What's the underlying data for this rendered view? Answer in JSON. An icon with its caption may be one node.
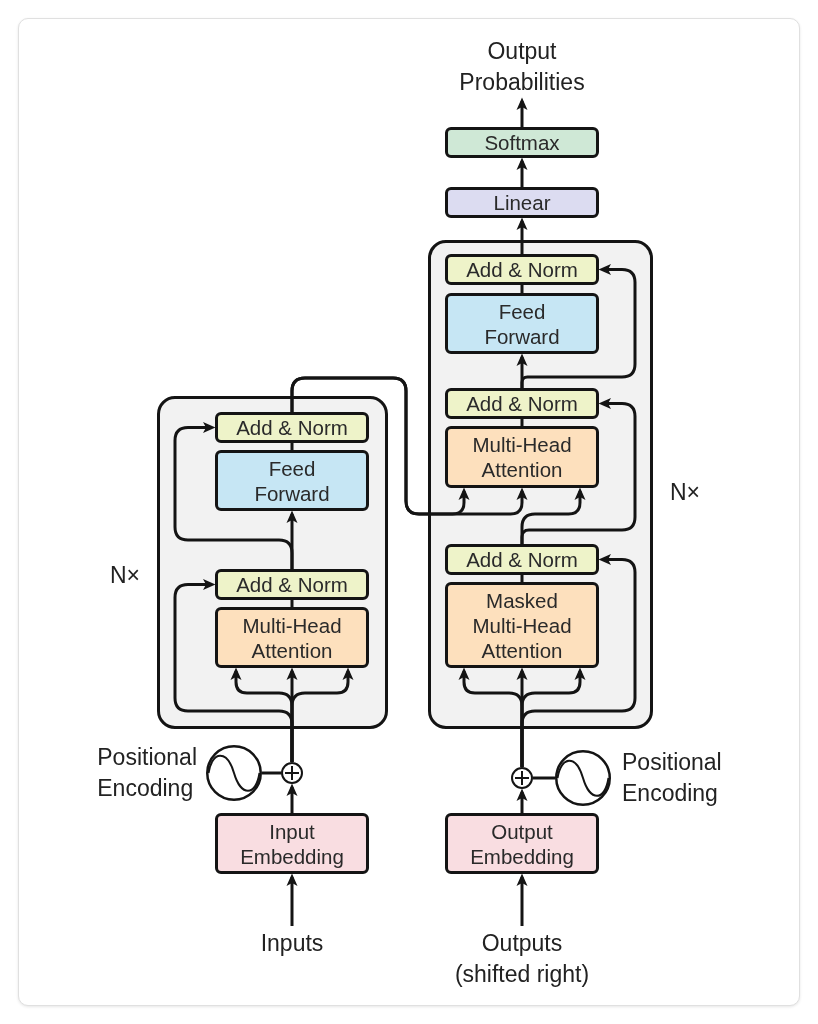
{
  "diagram": {
    "nodes": [
      {
        "text": [
          "Output Probabilities"
        ]
      },
      {
        "text": [
          "Softmax"
        ]
      },
      {
        "text": [
          "Linear"
        ]
      },
      {
        "text": [],
        "shape": "box",
        "beside": [
          "N×"
        ]
      },
      {
        "text": [
          "Add & Norm"
        ],
        "in": 3
      },
      {
        "text": [
          "Feed Forward"
        ],
        "in": 3
      },
      {
        "text": [
          "Add & Norm"
        ],
        "in": 3
      },
      {
        "text": [
          "Multi-Head Attention"
        ],
        "in": 3
      },
      {
        "text": [
          "Add & Norm"
        ],
        "in": 3
      },
      {
        "text": [
          "Masked Multi-Head Attention"
        ],
        "in": 3
      },
      {
        "text": [],
        "shape": "box",
        "beside": [
          "N×"
        ]
      },
      {
        "text": [
          "Add & Norm"
        ],
        "in": 10
      },
      {
        "text": [
          "Feed Forward"
        ],
        "in": 10
      },
      {
        "text": [
          "Add & Norm"
        ],
        "in": 10
      },
      {
        "text": [
          "Multi-Head Attention"
        ],
        "in": 10
      },
      {
        "text": [],
        "shape": "circle",
        "beside": [
          "Positional Encoding"
        ]
      },
      {
        "text": [],
        "shape": "circle"
      },
      {
        "text": [],
        "shape": "circle"
      },
      {
        "text": [],
        "shape": "circle",
        "beside": [
          "Positional Encoding"
        ]
      },
      {
        "text": [
          "Input Embedding"
        ]
      },
      {
        "text": [
          "Output Embedding"
        ]
      },
      {
        "text": [
          "Inputs"
        ]
      },
      {
        "text": [
          "Outputs (shifted right)"
        ]
      }
    ],
    "edges": [
      {
        "from": 21,
        "to": 19,
        "arrow": "to"
      },
      {
        "from": 19,
        "to": 16,
        "arrow": "to"
      },
      {
        "from": 15,
        "to": 16,
        "arrow": "none"
      },
      {
        "from": 16,
        "to": 14,
        "arrow": "to"
      },
      {
        "from": 16,
        "to": 14,
        "arrow": "to"
      },
      {
        "from": 16,
        "to": 14,
        "arrow": "to"
      },
      {
        "from": 16,
        "to": 13,
        "arrow": "to"
      },
      {
        "from": 14,
        "to": 13,
        "arrow": "none"
      },
      {
        "from": 13,
        "to": 12,
        "arrow": "to"
      },
      {
        "from": 13,
        "to": 11,
        "arrow": "to"
      },
      {
        "from": 12,
        "to": 11,
        "arrow": "none"
      },
      {
        "from": 11,
        "to": 7,
        "arrow": "to"
      },
      {
        "from": 11,
        "to": 7,
        "arrow": "to"
      },
      {
        "from": 22,
        "to": 20,
        "arrow": "to"
      },
      {
        "from": 20,
        "to": 17,
        "arrow": "to"
      },
      {
        "from": 18,
        "to": 17,
        "arrow": "none"
      },
      {
        "from": 17,
        "to": 9,
        "arrow": "to"
      },
      {
        "from": 17,
        "to": 9,
        "arrow": "to"
      },
      {
        "from": 17,
        "to": 9,
        "arrow": "to"
      },
      {
        "from": 17,
        "to": 8,
        "arrow": "to"
      },
      {
        "from": 9,
        "to": 8,
        "arrow": "none"
      },
      {
        "from": 8,
        "to": 7,
        "arrow": "to"
      },
      {
        "from": 8,
        "to": 6,
        "arrow": "to"
      },
      {
        "from": 7,
        "to": 6,
        "arrow": "none"
      },
      {
        "from": 6,
        "to": 5,
        "arrow": "to"
      },
      {
        "from": 6,
        "to": 4,
        "arrow": "to"
      },
      {
        "from": 5,
        "to": 4,
        "arrow": "none"
      },
      {
        "from": 4,
        "to": 2,
        "arrow": "to"
      },
      {
        "from": 2,
        "to": 1,
        "arrow": "to"
      },
      {
        "from": 1,
        "to": 0,
        "arrow": "to"
      }
    ]
  }
}
